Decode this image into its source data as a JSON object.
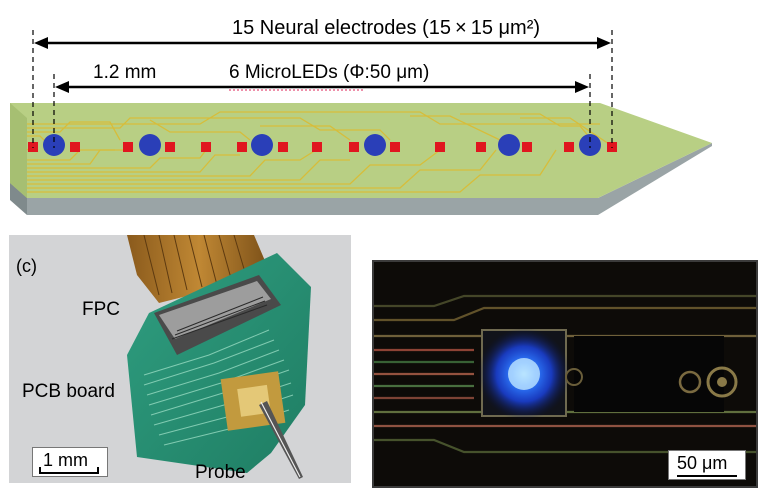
{
  "diagram": {
    "electrodes_label": "15 Neural electrodes (15 × 15 μm²)",
    "spacing_label": "1.2 mm",
    "leds_label": "6 MicroLEDs (Φ:50 μm)",
    "electrode_count": 15,
    "led_count": 6,
    "colors": {
      "probe_top": "#b9cf84",
      "probe_side": "#8f9a9c",
      "trace": "#d7bd3a",
      "electrode": "#e0161f",
      "led": "#2a3fb8"
    }
  },
  "photo_c": {
    "panel_label": "(c)",
    "fpc_label": "FPC",
    "pcb_label": "PCB board",
    "probe_label": "Probe",
    "scale_label": "1 mm"
  },
  "photo_micro": {
    "scale_label": "50 μm"
  }
}
